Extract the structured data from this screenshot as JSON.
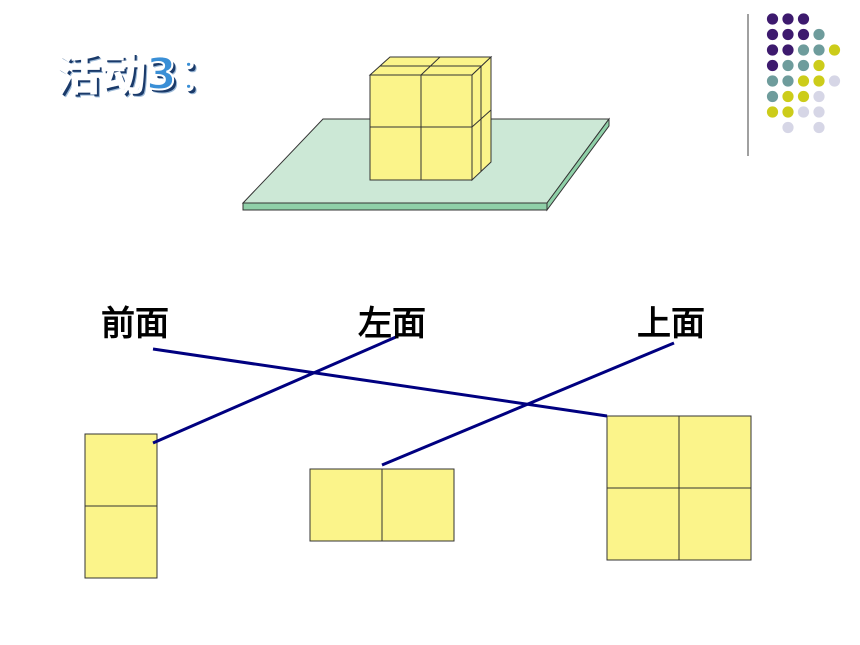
{
  "title": "活动3：",
  "labels": {
    "front": "前面",
    "left": "左面",
    "top": "上面"
  },
  "colors": {
    "cube_fill": "#fbf48a",
    "board_fill": "#cce8d6",
    "board_edge": "#8fd0a8",
    "connector": "#000080",
    "dot_purple": "#3d1a6e",
    "dot_teal": "#6e9c9c",
    "dot_yellow": "#cccc1a",
    "dot_light": "#d6d6e6"
  }
}
